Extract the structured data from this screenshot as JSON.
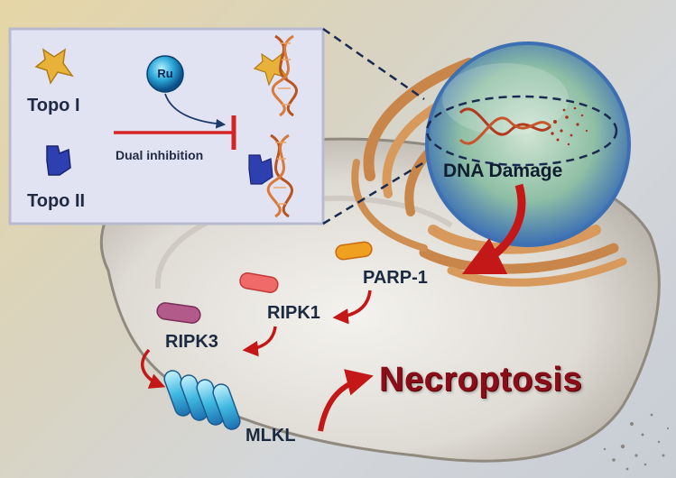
{
  "inset": {
    "topo1_label": "Topo I",
    "topo2_label": "Topo II",
    "ru_label": "Ru",
    "inhibition_label": "Dual inhibition"
  },
  "nucleus": {
    "damage_label": "DNA Damage"
  },
  "pathway": {
    "parp1_label": "PARP-1",
    "ripk1_label": "RIPK1",
    "ripk3_label": "RIPK3",
    "mlkl_label": "MLKL",
    "outcome_label": "Necroptosis"
  },
  "colors": {
    "inhibition_line": "#d42424",
    "pathway_arrow": "#c41818",
    "outcome_text": "#8a0e18",
    "topo1_shape": "#e8b23a",
    "topo2_shape": "#2e3fb0",
    "nucleus": "#4e86c8"
  }
}
